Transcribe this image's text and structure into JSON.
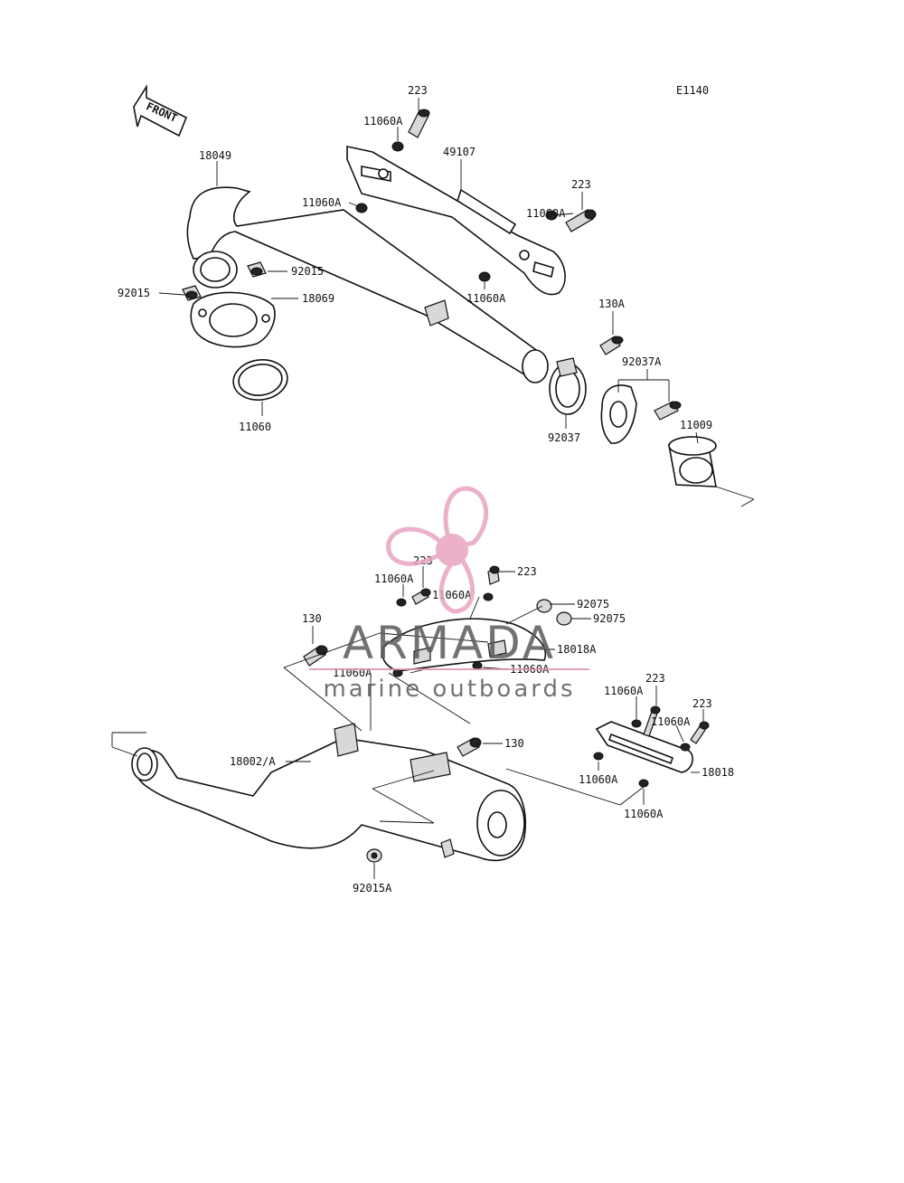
{
  "diagram_code": "E1140",
  "front_arrow_label": "FRONT",
  "watermark": {
    "brand": "ARMADA",
    "tagline": "marine outboards",
    "logo_color": "#e8a4c2",
    "line_color": "#e38fb5"
  },
  "labels": {
    "l223_top": "223",
    "l11060A_top": "11060A",
    "l49107": "49107",
    "l18049": "18049",
    "l11060A_left": "11060A",
    "l223_right": "223",
    "l11060A_right": "11060A",
    "l92015_right": "92015",
    "l92015_left": "92015",
    "l18069": "18069",
    "l11060A_mid": "11060A",
    "l130A": "130A",
    "l92037A": "92037A",
    "l11009": "11009",
    "l11060": "11060",
    "l92037": "92037",
    "l223_cover_a": "223",
    "l11060A_cover_a": "11060A",
    "l223_cover_b": "223",
    "l11060A_cover_b": "11060A",
    "l92075_a": "92075",
    "l92075_b": "92075",
    "l130_left": "130",
    "l18018A": "18018A",
    "l11060A_cover_c": "11060A",
    "l11060A_cover_d": "11060A",
    "l223_plate_a": "223",
    "l11060A_plate_a": "11060A",
    "l223_plate_b": "223",
    "l11060A_plate_b": "11060A",
    "l18002A": "18002/A",
    "l130_mid": "130",
    "l18018": "18018",
    "l11060A_plate_c": "11060A",
    "l11060A_plate_d": "11060A",
    "l92015A": "92015A"
  }
}
